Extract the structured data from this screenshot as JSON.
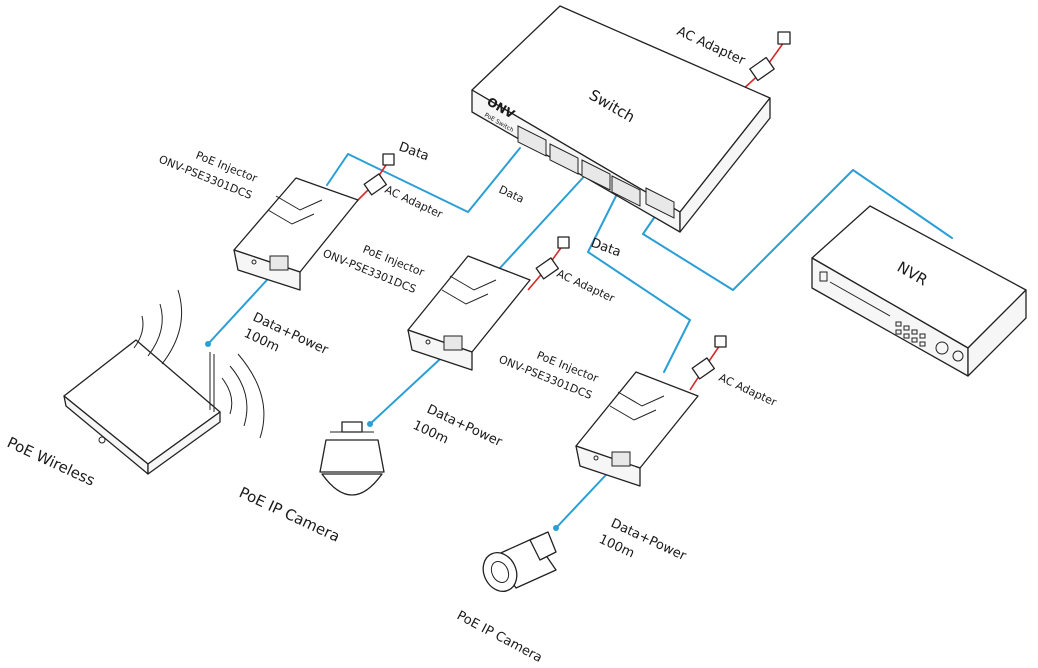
{
  "brand": {
    "logo_text": "ONV",
    "switch_subtext": "PoE Switch"
  },
  "colors": {
    "data_cable": "#2a9fd6",
    "power_cable": "#d62828",
    "outline": "#222222",
    "brand_red": "#cc1f1f"
  },
  "devices": {
    "switch": {
      "label": "Switch"
    },
    "nvr": {
      "label": "NVR"
    },
    "wireless": {
      "label": "PoE Wireless"
    },
    "dome_camera": {
      "label": "PoE IP Camera"
    },
    "bullet_camera": {
      "label": "PoE IP Camera"
    }
  },
  "injectors": [
    {
      "title": "PoE Injector",
      "model": "ONV-PSE3301DCS",
      "adapter": "AC Adapter",
      "data_in": "Data",
      "out_label": "Data+Power",
      "distance": "100m"
    },
    {
      "title": "PoE Injector",
      "model": "ONV-PSE3301DCS",
      "adapter": "AC Adapter",
      "data_in": "Data",
      "out_label": "Data+Power",
      "distance": "100m"
    },
    {
      "title": "PoE Injector",
      "model": "ONV-PSE3301DCS",
      "adapter": "AC Adapter",
      "data_in": "Data",
      "out_label": "Data+Power",
      "distance": "100m"
    }
  ],
  "switch_power": {
    "adapter": "AC Adapter"
  },
  "links": {
    "switch_to_injector1": "Data"
  }
}
